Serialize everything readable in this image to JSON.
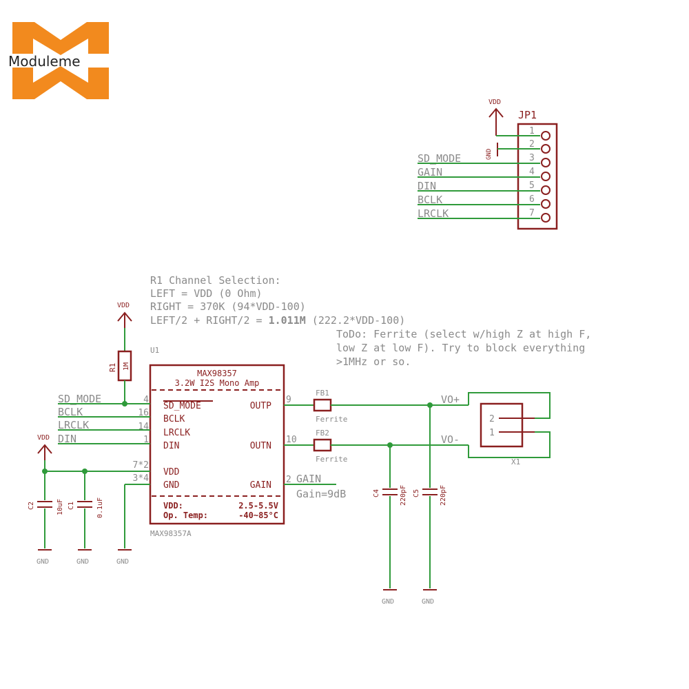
{
  "brand": {
    "name": "Moduleme",
    "color": "#f28a1e"
  },
  "colors": {
    "wire": "#2f9a3a",
    "part": "#8a1f1f",
    "label": "#8a8a8a"
  },
  "notes": {
    "r1_title": "R1 Channel Selection:",
    "r1_left": "LEFT = VDD (0 Ohm)",
    "r1_right": "RIGHT = 370K (94*VDD-100)",
    "r1_mix_a": "LEFT/2 + RIGHT/2 = ",
    "r1_mix_b": "1.011M",
    "r1_mix_c": " (222.2*VDD-100)",
    "todo_1": "ToDo: Ferrite (select w/high Z at high F,",
    "todo_2": "low Z at low F). Try to block everything",
    "todo_3": ">1MHz or so."
  },
  "jp1": {
    "name": "JP1",
    "vdd": "VDD",
    "gnd": "GND",
    "pins": [
      "1",
      "2",
      "3",
      "4",
      "5",
      "6",
      "7"
    ],
    "signals": [
      "SD_MODE",
      "GAIN",
      "DIN",
      "BCLK",
      "LRCLK"
    ]
  },
  "u1": {
    "ref": "U1",
    "part": "MAX98357",
    "desc": "3.2W I2S Mono Amp",
    "value": "MAX98357A",
    "left_pins": [
      {
        "name": "SD_MODE",
        "num": "4",
        "net": "SD_MODE"
      },
      {
        "name": "BCLK",
        "num": "16",
        "net": "BCLK"
      },
      {
        "name": "LRCLK",
        "num": "14",
        "net": "LRCLK"
      },
      {
        "name": "DIN",
        "num": "1",
        "net": "DIN"
      },
      {
        "name": "VDD",
        "num": "7*2",
        "net": ""
      },
      {
        "name": "GND",
        "num": "3*4",
        "net": ""
      }
    ],
    "right_pins": [
      {
        "name": "OUTP",
        "num": "9"
      },
      {
        "name": "OUTN",
        "num": "10"
      },
      {
        "name": "GAIN",
        "num": "2",
        "net": "GAIN"
      }
    ],
    "spec_vdd_label": "VDD:",
    "spec_vdd_value": "2.5-5.5V",
    "spec_temp_label": "Op. Temp:",
    "spec_temp_value": "-40~85°C",
    "gain_note": "Gain=9dB"
  },
  "r1": {
    "ref": "R1",
    "value": "1M",
    "vdd": "VDD"
  },
  "caps": [
    {
      "ref": "C2",
      "value": "10uF"
    },
    {
      "ref": "C1",
      "value": "0.1uF"
    },
    {
      "ref": "C4",
      "value": "220pF"
    },
    {
      "ref": "C5",
      "value": "220pF"
    }
  ],
  "ferrites": [
    {
      "ref": "FB1",
      "value": "Ferrite"
    },
    {
      "ref": "FB2",
      "value": "Ferrite"
    }
  ],
  "nets": {
    "vo_plus": "VO+",
    "vo_minus": "VO-",
    "vdd": "VDD",
    "gnd": "GND"
  },
  "x1": {
    "ref": "X1",
    "pins": [
      "2",
      "1"
    ]
  }
}
